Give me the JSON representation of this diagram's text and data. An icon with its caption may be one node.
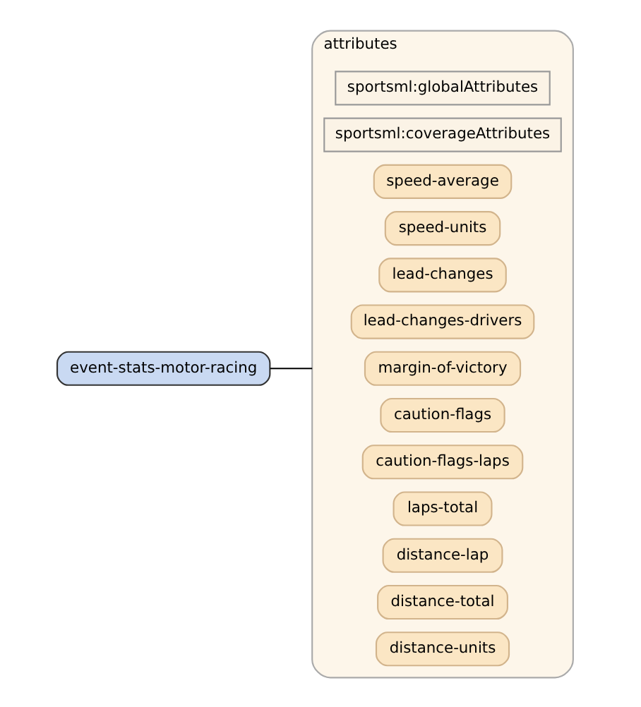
{
  "diagram": {
    "nodes": [
      {
        "text": [
          "event-stats-motor-racing"
        ]
      },
      {
        "text": [
          "attributes"
        ]
      },
      {
        "text": [
          "sportsml:globalAttributes"
        ],
        "in": 1
      },
      {
        "text": [
          "sportsml:coverageAttributes"
        ],
        "in": 1
      },
      {
        "text": [
          "speed-average"
        ],
        "in": 1
      },
      {
        "text": [
          "speed-units"
        ],
        "in": 1
      },
      {
        "text": [
          "lead-changes"
        ],
        "in": 1
      },
      {
        "text": [
          "lead-changes-drivers"
        ],
        "in": 1
      },
      {
        "text": [
          "margin-of-victory"
        ],
        "in": 1
      },
      {
        "text": [
          "caution-flags"
        ],
        "in": 1
      },
      {
        "text": [
          "caution-flags-laps"
        ],
        "in": 1
      },
      {
        "text": [
          "laps-total"
        ],
        "in": 1
      },
      {
        "text": [
          "distance-lap"
        ],
        "in": 1
      },
      {
        "text": [
          "distance-total"
        ],
        "in": 1
      },
      {
        "text": [
          "distance-units"
        ],
        "in": 1
      }
    ],
    "edges": [
      {
        "from": 0,
        "to": 1,
        "arrow": "none"
      }
    ]
  }
}
